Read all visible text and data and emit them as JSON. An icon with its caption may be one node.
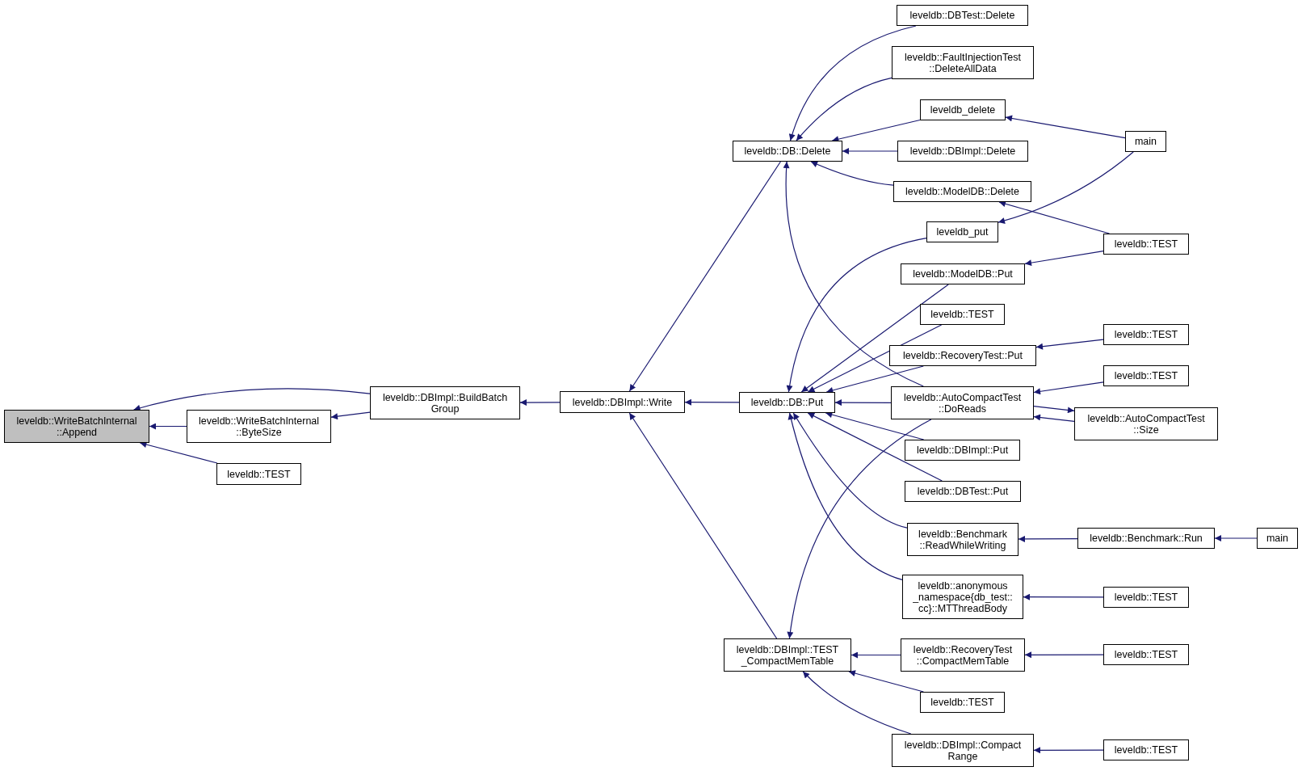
{
  "diagram": {
    "nodes": [
      {
        "text": [
          "leveldb::WriteBatchInternal ::Append"
        ]
      },
      {
        "text": [
          "leveldb::DBImpl::BuildBatch Group"
        ]
      },
      {
        "text": [
          "leveldb::WriteBatchInternal ::ByteSize"
        ]
      },
      {
        "text": [
          "leveldb::TEST"
        ]
      },
      {
        "text": [
          "leveldb::DBImpl::Write"
        ]
      },
      {
        "text": [
          "leveldb::DB::Delete"
        ]
      },
      {
        "text": [
          "leveldb::DB::Put"
        ]
      },
      {
        "text": [
          "leveldb::DBImpl::TEST _CompactMemTable"
        ]
      },
      {
        "text": [
          "leveldb::DBTest::Delete"
        ]
      },
      {
        "text": [
          "leveldb::FaultInjectionTest ::DeleteAllData"
        ]
      },
      {
        "text": [
          "leveldb_delete"
        ]
      },
      {
        "text": [
          "leveldb::DBImpl::Delete"
        ]
      },
      {
        "text": [
          "leveldb::ModelDB::Delete"
        ]
      },
      {
        "text": [
          "leveldb_put"
        ]
      },
      {
        "text": [
          "main"
        ]
      },
      {
        "text": [
          "leveldb::TEST"
        ]
      },
      {
        "text": [
          "leveldb::ModelDB::Put"
        ]
      },
      {
        "text": [
          "leveldb::TEST"
        ]
      },
      {
        "text": [
          "leveldb::RecoveryTest::Put"
        ]
      },
      {
        "text": [
          "leveldb::TEST"
        ]
      },
      {
        "text": [
          "leveldb::AutoCompactTest ::DoReads"
        ]
      },
      {
        "text": [
          "leveldb::TEST"
        ]
      },
      {
        "text": [
          "leveldb::AutoCompactTest ::Size"
        ]
      },
      {
        "text": [
          "leveldb::DBImpl::Put"
        ]
      },
      {
        "text": [
          "leveldb::DBTest::Put"
        ]
      },
      {
        "text": [
          "leveldb::Benchmark ::ReadWhileWriting"
        ]
      },
      {
        "text": [
          "leveldb::Benchmark::Run"
        ]
      },
      {
        "text": [
          "main"
        ]
      },
      {
        "text": [
          "leveldb::anonymous _namespace{db_test:: cc}::MTThreadBody"
        ]
      },
      {
        "text": [
          "leveldb::TEST"
        ]
      },
      {
        "text": [
          "leveldb::RecoveryTest ::CompactMemTable"
        ]
      },
      {
        "text": [
          "leveldb::TEST"
        ]
      },
      {
        "text": [
          "leveldb::TEST"
        ]
      },
      {
        "text": [
          "leveldb::DBImpl::Compact Range"
        ]
      },
      {
        "text": [
          "leveldb::TEST"
        ]
      }
    ],
    "edges": [
      {
        "from": 1,
        "to": 0,
        "arrow": "to"
      },
      {
        "from": 2,
        "to": 0,
        "arrow": "to"
      },
      {
        "from": 3,
        "to": 0,
        "arrow": "to"
      },
      {
        "from": 1,
        "to": 2,
        "arrow": "to"
      },
      {
        "from": 4,
        "to": 1,
        "arrow": "to"
      },
      {
        "from": 5,
        "to": 4,
        "arrow": "to"
      },
      {
        "from": 6,
        "to": 4,
        "arrow": "to"
      },
      {
        "from": 7,
        "to": 4,
        "arrow": "to"
      },
      {
        "from": 8,
        "to": 5,
        "arrow": "to"
      },
      {
        "from": 9,
        "to": 5,
        "arrow": "to"
      },
      {
        "from": 10,
        "to": 5,
        "arrow": "to"
      },
      {
        "from": 11,
        "to": 5,
        "arrow": "to"
      },
      {
        "from": 12,
        "to": 5,
        "arrow": "to"
      },
      {
        "from": 20,
        "to": 5,
        "arrow": "to"
      },
      {
        "from": 14,
        "to": 10,
        "arrow": "to"
      },
      {
        "from": 15,
        "to": 12,
        "arrow": "to"
      },
      {
        "from": 14,
        "to": 13,
        "arrow": "to"
      },
      {
        "from": 13,
        "to": 6,
        "arrow": "to"
      },
      {
        "from": 16,
        "to": 6,
        "arrow": "to"
      },
      {
        "from": 17,
        "to": 6,
        "arrow": "to"
      },
      {
        "from": 18,
        "to": 6,
        "arrow": "to"
      },
      {
        "from": 20,
        "to": 6,
        "arrow": "to"
      },
      {
        "from": 23,
        "to": 6,
        "arrow": "to"
      },
      {
        "from": 24,
        "to": 6,
        "arrow": "to"
      },
      {
        "from": 25,
        "to": 6,
        "arrow": "to"
      },
      {
        "from": 28,
        "to": 6,
        "arrow": "to"
      },
      {
        "from": 15,
        "to": 16,
        "arrow": "to"
      },
      {
        "from": 19,
        "to": 18,
        "arrow": "to"
      },
      {
        "from": 21,
        "to": 20,
        "arrow": "to"
      },
      {
        "from": 20,
        "to": 22,
        "arrow": "to"
      },
      {
        "from": 22,
        "to": 20,
        "arrow": "to"
      },
      {
        "from": 26,
        "to": 25,
        "arrow": "to"
      },
      {
        "from": 27,
        "to": 26,
        "arrow": "to"
      },
      {
        "from": 29,
        "to": 28,
        "arrow": "to"
      },
      {
        "from": 20,
        "to": 7,
        "arrow": "to"
      },
      {
        "from": 30,
        "to": 7,
        "arrow": "to"
      },
      {
        "from": 32,
        "to": 7,
        "arrow": "to"
      },
      {
        "from": 33,
        "to": 7,
        "arrow": "to"
      },
      {
        "from": 31,
        "to": 30,
        "arrow": "to"
      },
      {
        "from": 34,
        "to": 33,
        "arrow": "to"
      }
    ]
  }
}
